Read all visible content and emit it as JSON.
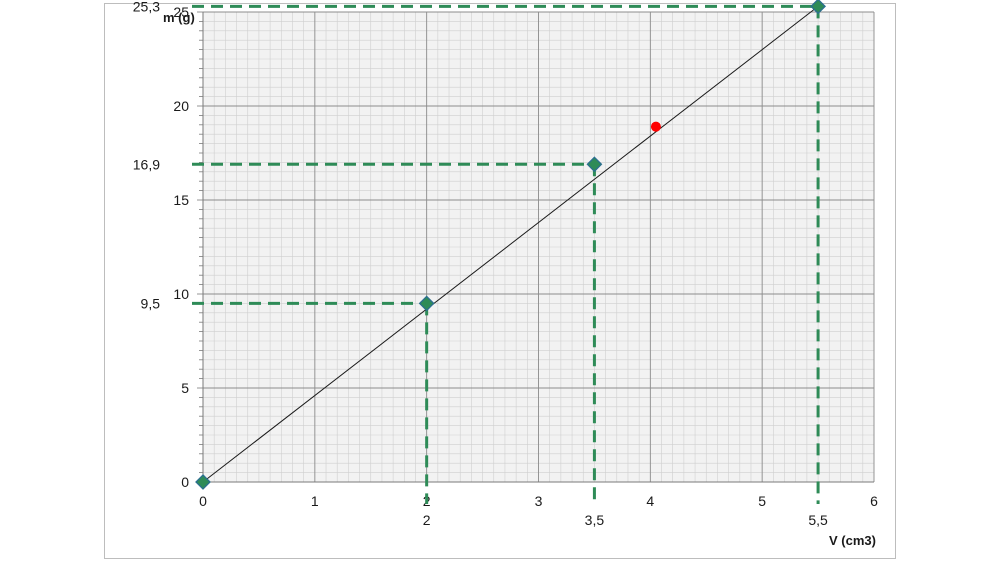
{
  "chart_data": {
    "type": "scatter",
    "title": "",
    "xlabel": "V (cm3)",
    "ylabel": "m (g)",
    "xlim": [
      0,
      6
    ],
    "ylim": [
      0,
      25
    ],
    "x_ticks": [
      "0",
      "1",
      "2",
      "3",
      "4",
      "5",
      "6"
    ],
    "y_ticks": [
      "0",
      "5",
      "10",
      "15",
      "20",
      "25"
    ],
    "grid": true,
    "series": [
      {
        "x": [
          0,
          2,
          3.5,
          5.5
        ],
        "y": [
          0,
          9.5,
          16.9,
          25.3
        ],
        "marker": "diamond",
        "color": "#2e8b57"
      }
    ],
    "extra_point": {
      "x": 4.05,
      "y": 18.9,
      "color": "#ff0000"
    },
    "fit_line": {
      "x": [
        0,
        5.5
      ],
      "y": [
        0,
        25.3
      ],
      "color": "#1a1a1a"
    },
    "guide_color": "#2e8b57",
    "guides": [
      {
        "x": 2,
        "y": 9.5,
        "x_label": "2",
        "y_label": "9,5"
      },
      {
        "x": 3.5,
        "y": 16.9,
        "x_label": "3,5",
        "y_label": "16,9"
      },
      {
        "x": 5.5,
        "y": 25.3,
        "x_label": "5,5",
        "y_label": "25,3"
      }
    ]
  }
}
